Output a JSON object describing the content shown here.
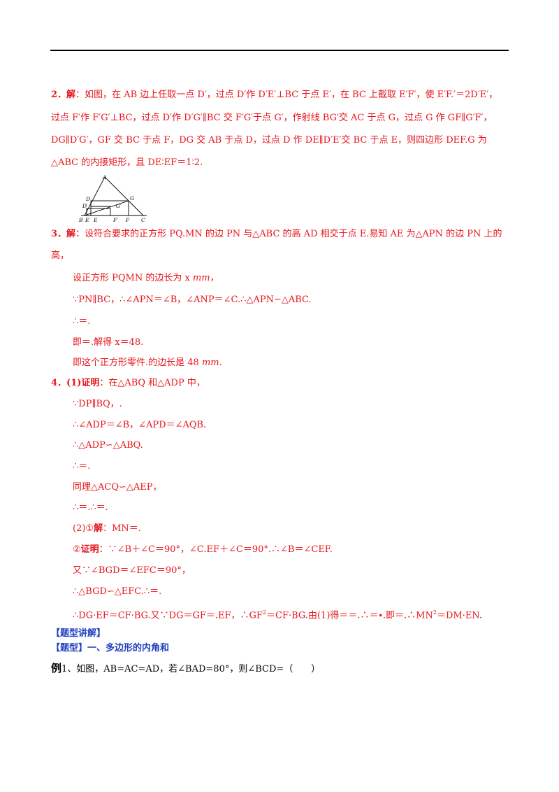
{
  "problem2": {
    "num": "2．",
    "label": "解",
    "l1": "：如图，在 AB 边上任取一点 D′，过点 D′作 D′E′⊥BC 于点 E′，在 BC 上截取 E′F′，使 E′F.′＝2D′E′，",
    "l2": "过点 F′作 F′G′⊥BC，过点 D′作 D′G′∥BC 交 F′G′于点 G′，作射线 BG′交 AC 于点 G，过点 G 作 GF∥G′F′，",
    "l3": "DG∥D′G′，GF 交 BC 于点 F，DG 交 AB 于点 D，过点 D 作 DE∥D′E′交 BC 于点 E，则四边形 DEF.G 为",
    "l4": "△ABC 的内接矩形，且 DE∶EF＝1∶2."
  },
  "figure": {
    "A": "A",
    "D": "D",
    "G": "G",
    "D_prime": "D′",
    "G_prime": "G′",
    "B": "B",
    "E_prime": "E′",
    "E": "E",
    "F_prime": "F′",
    "F": "F",
    "C": "C"
  },
  "problem3": {
    "num": "3．",
    "label": "解",
    "l1": "：设符合要求的正方形 PQ.MN 的边 PN 与△ABC 的高 AD 相交于点 E.易知 AE 为△APN 的边 PN 上的",
    "l2": "高，",
    "l3a": "设正方形 PQMN 的边长为 x ",
    "l3unit": "mm",
    "l3b": "，",
    "l4": "∵PN∥BC，∴∠APN＝∠B，∠ANP＝∠C.∴△APN∽△ABC.",
    "l5": "∴＝.",
    "l6": "即＝.解得 x＝48.",
    "l7a": "即这个正方形零件.的边长是 48 ",
    "l7unit": "mm",
    "l7b": "."
  },
  "problem4": {
    "num": "4．",
    "label": "(1)证明",
    "l1": "：在△ABQ 和△ADP 中，",
    "l2": "∵DP∥BQ，.",
    "l3": "∴∠ADP＝∠B，∠APD＝∠AQB.",
    "l4": "∴△ADP∽△ABQ.",
    "l5": "∴＝.",
    "l6": "同理△ACQ∽△AEP，",
    "l7": "∴＝.∴＝.",
    "l8a": "(2)①",
    "l8b": "解",
    "l8c": "：MN＝.",
    "l9a": "②",
    "l9b": "证明",
    "l9c": "：∵∠B＋∠C＝90°，∠C.EF＋∠C＝90°.∴∠B＝∠CEF.",
    "l10": "又∵∠BGD＝∠EFC＝90°，",
    "l11": "∴△BGD∽△EFC.∴＝.",
    "l12a": "∴DG·EF＝CF·BG.又∵DG＝GF＝.EF，∴GF",
    "l12sup": "2",
    "l12b": "＝CF·BG.由(1)得＝＝.∴＝∙.即＝.∴MN",
    "l12sup2": "2",
    "l12c": "＝DM·EN."
  },
  "sections": {
    "explain": "【题型讲解】",
    "type_bracket": "【题型】",
    "type_title": "一、多边形的内角和"
  },
  "example1": {
    "lead": "例",
    "text": "1、如图，AB=AC=AD，若∠BAD=80°，则∠BCD=（　　）"
  }
}
